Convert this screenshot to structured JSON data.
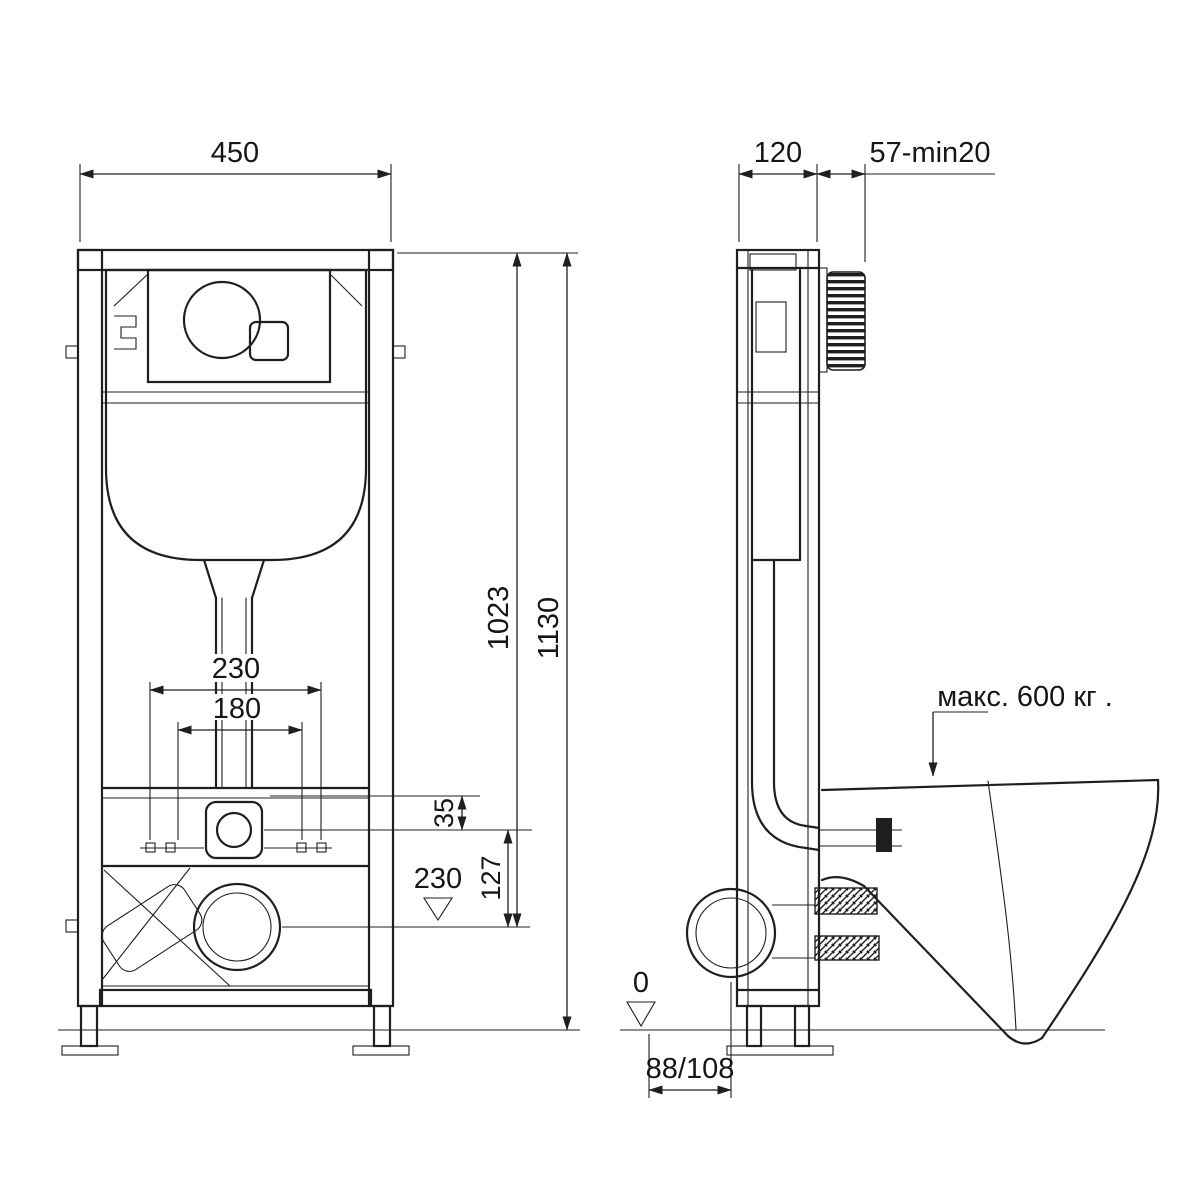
{
  "drawing_title": "wall-hung-toilet-installation-frame",
  "colors": {
    "line": "#1f1f1f",
    "background": "#ffffff"
  },
  "front_view": {
    "dim_width": "450",
    "dim_total_height": "1130",
    "dim_height_1023": "1023",
    "dim_span_outer": "230",
    "dim_span_inner": "180",
    "dim_offset_35": "35",
    "dim_offset_127": "127",
    "level_230": "230"
  },
  "side_view": {
    "dim_depth": "120",
    "dim_actuator": "57-min20",
    "level_0": "0",
    "dim_outlet": "88/108",
    "max_load_note": "макс. 600 кг ."
  }
}
